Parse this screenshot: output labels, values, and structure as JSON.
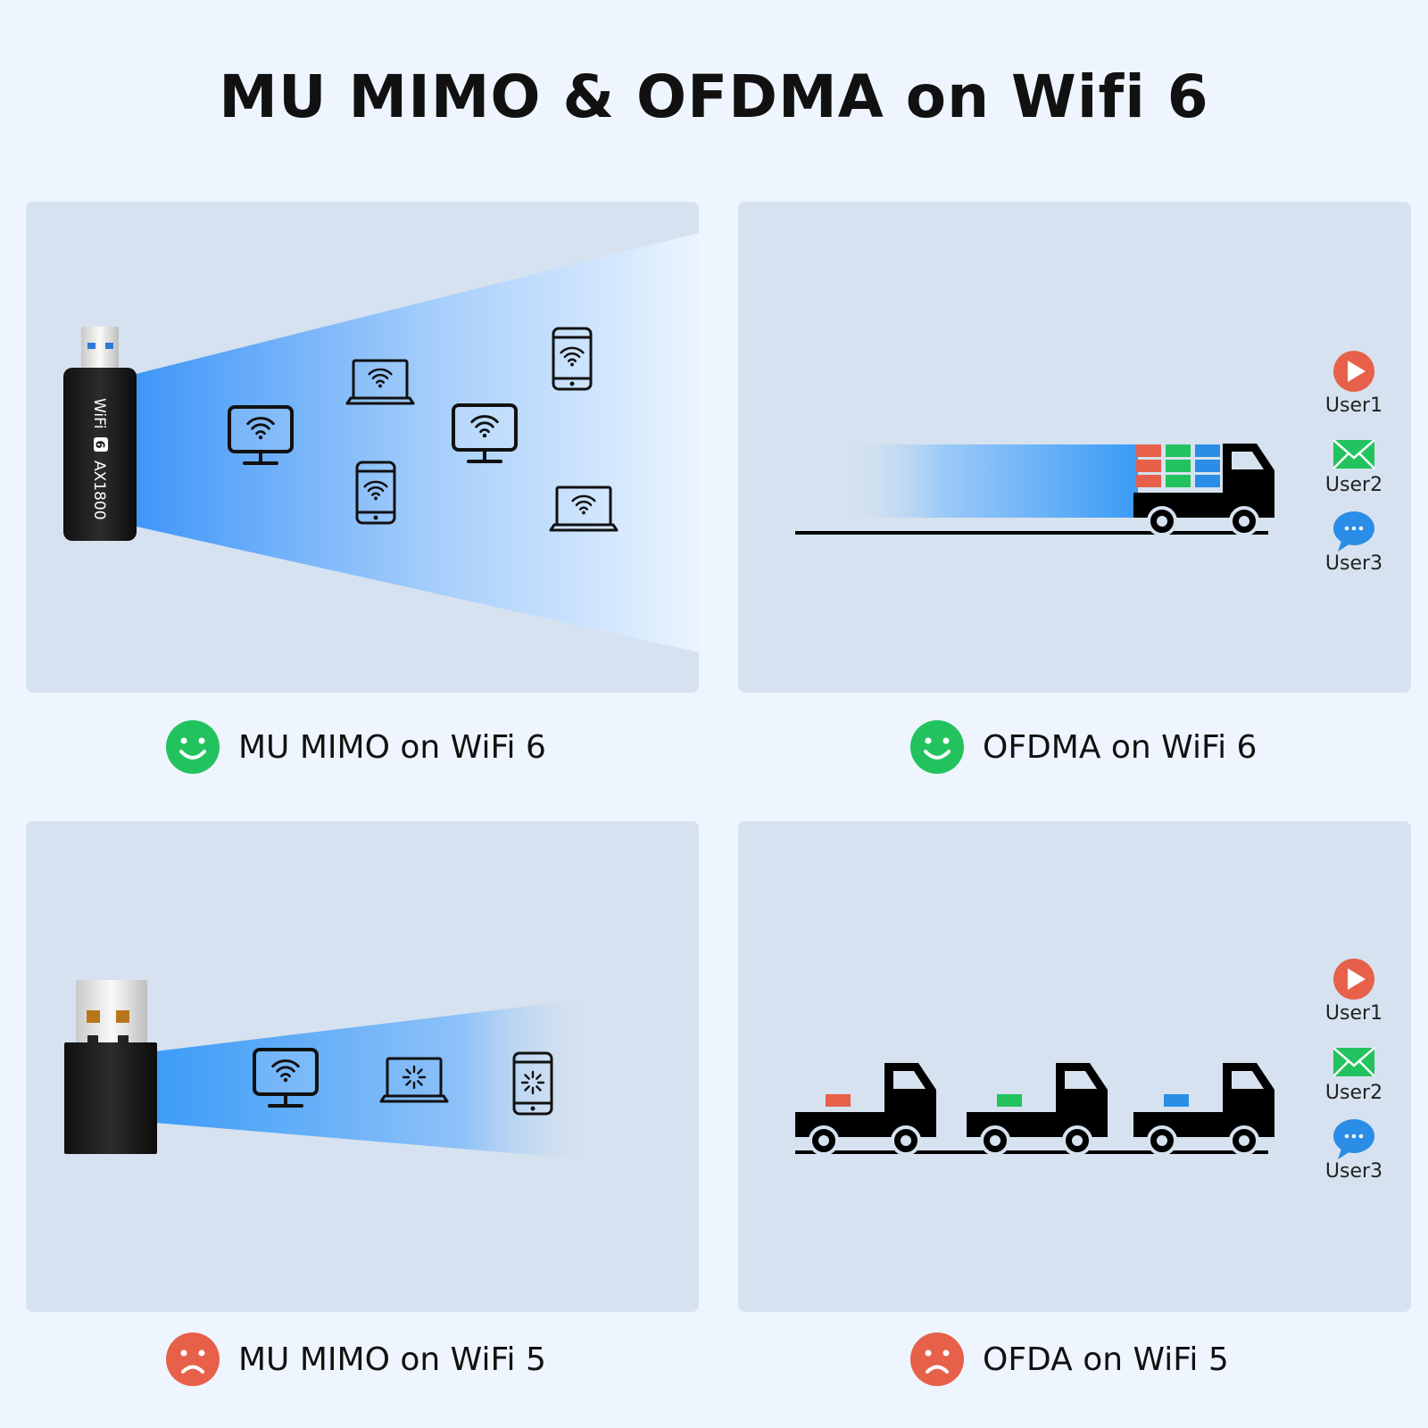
{
  "title": "MU MIMO & OFDMA on Wifi 6",
  "panels": {
    "mimo_wifi6": {
      "caption": "MU MIMO on WiFi 6",
      "status": "happy",
      "dongle_text_1": "WiFi",
      "dongle_badge": "6",
      "dongle_text_2": "AX1800"
    },
    "ofdma_wifi6": {
      "caption": "OFDMA on WiFi 6",
      "status": "happy",
      "users": [
        "User1",
        "User2",
        "User3"
      ]
    },
    "mimo_wifi5": {
      "caption": "MU MIMO on WiFi 5",
      "status": "sad"
    },
    "ofda_wifi5": {
      "caption": "OFDA on WiFi 5",
      "status": "sad",
      "users": [
        "User1",
        "User2",
        "User3"
      ]
    }
  },
  "colors": {
    "happy": "#22c35e",
    "sad": "#e7604a",
    "beam": "#3b9cf7",
    "user1": "#e7604a",
    "user2": "#22c35e",
    "user3": "#2a8de6"
  },
  "icons": {
    "user1": "play-icon",
    "user2": "envelope-icon",
    "user3": "chat-bubble-icon"
  }
}
